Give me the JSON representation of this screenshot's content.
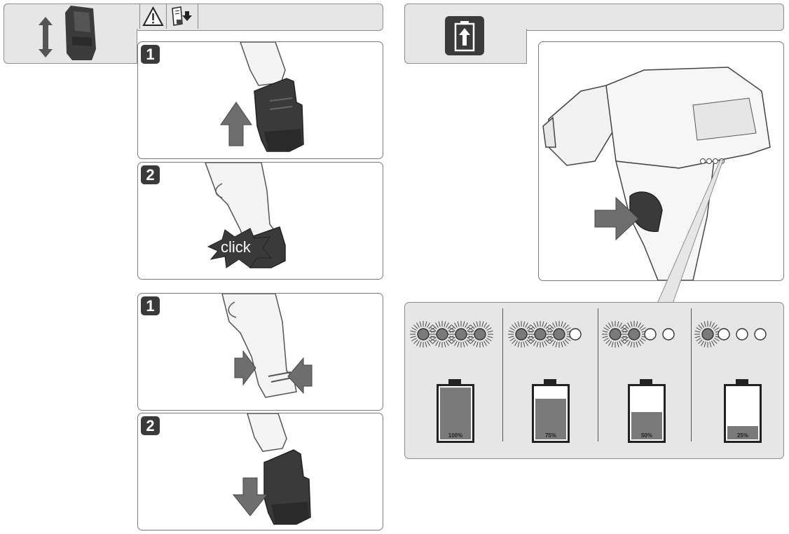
{
  "left_section": {
    "warning_icon": "warning-triangle-icon",
    "manual_icon": "read-manual-icon",
    "insert_steps": [
      {
        "number": "1"
      },
      {
        "number": "2",
        "callout": "click"
      }
    ],
    "remove_steps": [
      {
        "number": "1"
      },
      {
        "number": "2"
      }
    ]
  },
  "right_section": {
    "battery_icon": "battery-charge-indicator-icon",
    "fuel_gauge": [
      {
        "lit": 4,
        "total": 4,
        "fill": 1.0,
        "label": "100%"
      },
      {
        "lit": 3,
        "total": 4,
        "fill": 0.75,
        "label": "75%"
      },
      {
        "lit": 2,
        "total": 4,
        "fill": 0.5,
        "label": "50%"
      },
      {
        "lit": 1,
        "total": 4,
        "fill": 0.25,
        "label": "25%"
      }
    ]
  },
  "colors": {
    "header_gray": "#e6e6e6",
    "arrow_gray": "#6e6e6e",
    "battery_fill": "#7a7a7a",
    "badge": "#3a3a3a"
  }
}
